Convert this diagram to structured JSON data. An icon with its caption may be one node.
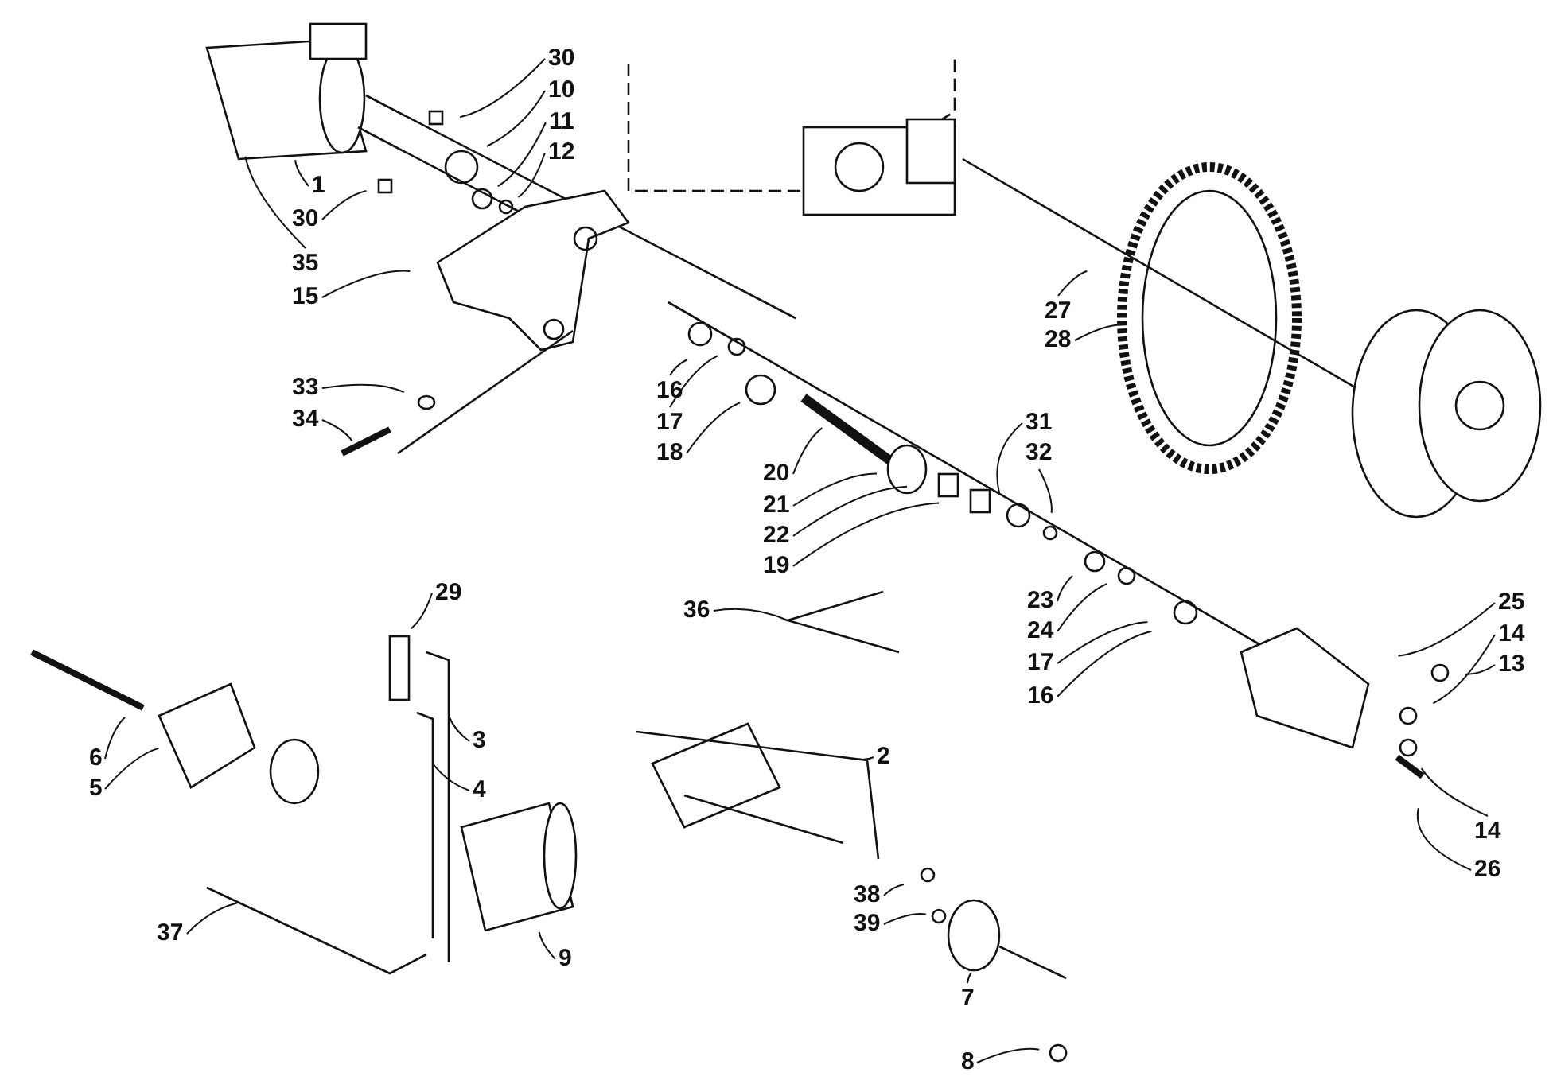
{
  "diagram": {
    "nodes": [
      {
        "text": [
          "30"
        ]
      },
      {
        "text": [
          "10"
        ]
      },
      {
        "text": [
          "11"
        ]
      },
      {
        "text": [
          "12"
        ]
      },
      {
        "text": [
          "1"
        ]
      },
      {
        "text": [
          "30"
        ]
      },
      {
        "text": [
          "35"
        ]
      },
      {
        "text": [
          "15"
        ]
      },
      {
        "text": [
          "33"
        ]
      },
      {
        "text": [
          "34"
        ]
      },
      {
        "text": [
          "16"
        ]
      },
      {
        "text": [
          "17"
        ]
      },
      {
        "text": [
          "18"
        ]
      },
      {
        "text": [
          "20"
        ]
      },
      {
        "text": [
          "21"
        ]
      },
      {
        "text": [
          "22"
        ]
      },
      {
        "text": [
          "19"
        ]
      },
      {
        "text": [
          "36"
        ]
      },
      {
        "text": [
          "31"
        ]
      },
      {
        "text": [
          "32"
        ]
      },
      {
        "text": [
          "23"
        ]
      },
      {
        "text": [
          "24"
        ]
      },
      {
        "text": [
          "17"
        ]
      },
      {
        "text": [
          "16"
        ]
      },
      {
        "text": [
          "27"
        ]
      },
      {
        "text": [
          "28"
        ]
      },
      {
        "text": [
          "29"
        ]
      },
      {
        "text": [
          "3"
        ]
      },
      {
        "text": [
          "4"
        ]
      },
      {
        "text": [
          "6"
        ]
      },
      {
        "text": [
          "5"
        ]
      },
      {
        "text": [
          "37"
        ]
      },
      {
        "text": [
          "2"
        ]
      },
      {
        "text": [
          "38"
        ]
      },
      {
        "text": [
          "39"
        ]
      },
      {
        "text": [
          "9"
        ]
      },
      {
        "text": [
          "7"
        ]
      },
      {
        "text": [
          "8"
        ]
      },
      {
        "text": [
          "25"
        ]
      },
      {
        "text": [
          "14"
        ]
      },
      {
        "text": [
          "13"
        ]
      },
      {
        "text": [
          "14"
        ]
      },
      {
        "text": [
          "26"
        ]
      },
      {
        "text": [],
        "shape": "bracket"
      },
      {
        "text": [],
        "shape": "bracket"
      },
      {
        "text": [],
        "shape": "bracket"
      },
      {
        "text": [],
        "shape": "bracket"
      },
      {
        "text": [],
        "shape": "bracket"
      }
    ],
    "edges": [
      {
        "from": 0,
        "to": null,
        "arrow": "none"
      },
      {
        "from": 1,
        "to": null,
        "arrow": "none"
      },
      {
        "from": 2,
        "to": null,
        "arrow": "none"
      },
      {
        "from": 3,
        "to": null,
        "arrow": "none"
      },
      {
        "from": 4,
        "to": null,
        "arrow": "none"
      },
      {
        "from": 5,
        "to": null,
        "arrow": "none"
      },
      {
        "from": 6,
        "to": null,
        "arrow": "none"
      },
      {
        "from": 7,
        "to": null,
        "arrow": "none"
      },
      {
        "from": 8,
        "to": null,
        "arrow": "none"
      },
      {
        "from": 9,
        "to": null,
        "arrow": "none"
      },
      {
        "from": 10,
        "to": null,
        "arrow": "none"
      },
      {
        "from": 11,
        "to": null,
        "arrow": "none"
      },
      {
        "from": 12,
        "to": null,
        "arrow": "none"
      },
      {
        "from": 13,
        "to": null,
        "arrow": "none"
      },
      {
        "from": 14,
        "to": null,
        "arrow": "none"
      },
      {
        "from": 15,
        "to": null,
        "arrow": "none"
      },
      {
        "from": 16,
        "to": null,
        "arrow": "none"
      },
      {
        "from": 17,
        "to": 43,
        "arrow": "none"
      },
      {
        "from": 18,
        "to": null,
        "arrow": "none"
      },
      {
        "from": 19,
        "to": null,
        "arrow": "none"
      },
      {
        "from": 20,
        "to": null,
        "arrow": "none"
      },
      {
        "from": 21,
        "to": null,
        "arrow": "none"
      },
      {
        "from": 22,
        "to": null,
        "arrow": "none"
      },
      {
        "from": 23,
        "to": null,
        "arrow": "none"
      },
      {
        "from": 24,
        "to": null,
        "arrow": "none"
      },
      {
        "from": 25,
        "to": null,
        "arrow": "none"
      },
      {
        "from": 26,
        "to": null,
        "arrow": "none"
      },
      {
        "from": 27,
        "to": 46,
        "arrow": "none"
      },
      {
        "from": 28,
        "to": 47,
        "arrow": "none"
      },
      {
        "from": 29,
        "to": null,
        "arrow": "none"
      },
      {
        "from": 30,
        "to": null,
        "arrow": "none"
      },
      {
        "from": 31,
        "to": 44,
        "arrow": "none"
      },
      {
        "from": 32,
        "to": 45,
        "arrow": "none"
      },
      {
        "from": 33,
        "to": null,
        "arrow": "none"
      },
      {
        "from": 34,
        "to": null,
        "arrow": "none"
      },
      {
        "from": 35,
        "to": null,
        "arrow": "none"
      },
      {
        "from": 36,
        "to": null,
        "arrow": "none"
      },
      {
        "from": 37,
        "to": null,
        "arrow": "none"
      },
      {
        "from": 38,
        "to": null,
        "arrow": "none"
      },
      {
        "from": 39,
        "to": null,
        "arrow": "none"
      },
      {
        "from": 40,
        "to": null,
        "arrow": "none"
      },
      {
        "from": 41,
        "to": null,
        "arrow": "none"
      },
      {
        "from": 42,
        "to": null,
        "arrow": "none"
      }
    ]
  }
}
